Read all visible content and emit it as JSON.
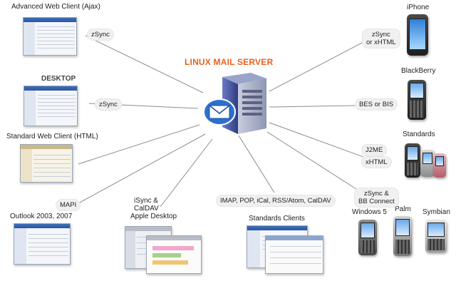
{
  "server": {
    "title": "LINUX MAIL SERVER"
  },
  "labels": {
    "ajax": "Advanced Web Client (Ajax)",
    "desktop": "DESKTOP",
    "html": "Standard Web Client (HTML)",
    "outlook": "Outlook 2003, 2007",
    "apple_line1": "iSync &",
    "apple_line2": "CalDAV",
    "apple_line3": "Apple Desktop",
    "standards_clients": "Standards Clients",
    "iphone": "iPhone",
    "blackberry": "BlackBerry",
    "standards": "Standards",
    "windows5": "Windows 5",
    "palm": "Palm",
    "symbian": "Symbian"
  },
  "pills": {
    "zsync1": "zSync",
    "zsync2": "zSync",
    "mapi": "MAPI",
    "protocols": "IMAP, POP, iCal, RSS/Atom, CalDAV",
    "iphone_line1": "zSync",
    "iphone_line2": "or xHTML",
    "bes": "BES or BIS",
    "j2me": "J2ME",
    "xhtml": "xHTML",
    "bb_line1": "zSync &",
    "bb_line2": "BB Connect"
  },
  "icons": {
    "server": "server-tower-icon",
    "envelope": "envelope-icon"
  },
  "colors": {
    "title": "#e8621c",
    "server_body": "#3a4a8c",
    "envelope": "#2c6fd0"
  }
}
